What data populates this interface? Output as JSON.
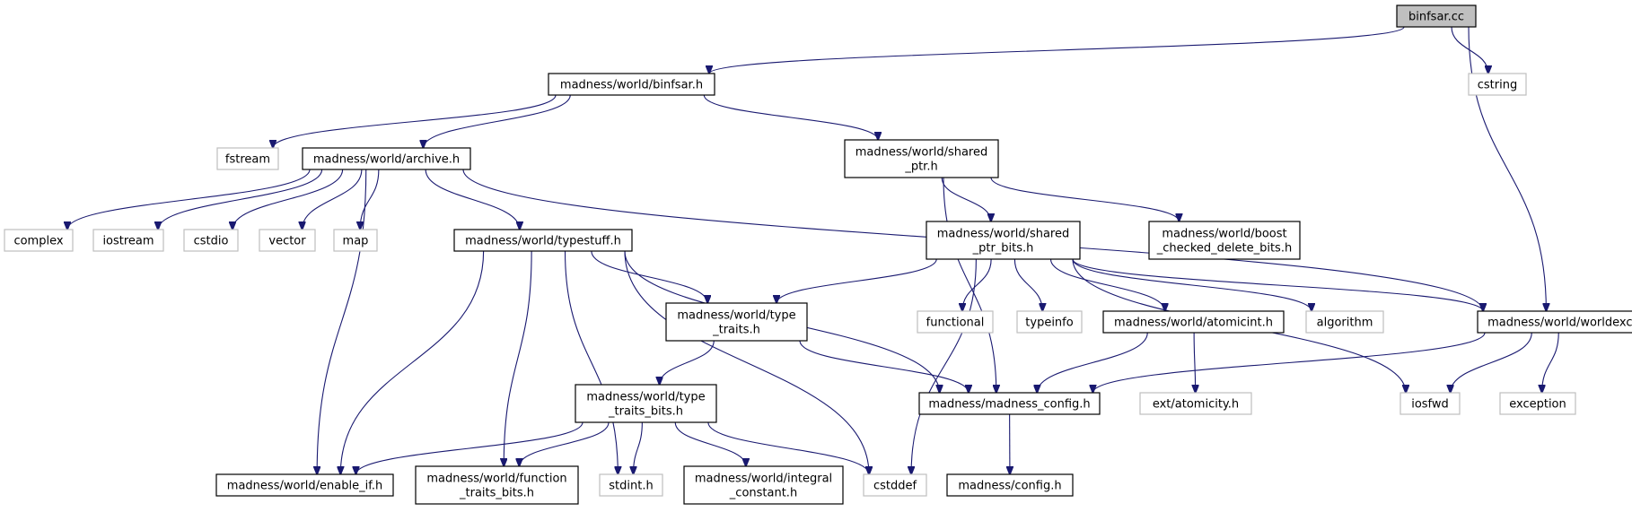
{
  "diagram": {
    "nodes": [
      {
        "id": "binfsar_cc",
        "lines": [
          "binfsar.cc"
        ],
        "kind": "root"
      },
      {
        "id": "binfsar_h",
        "lines": [
          "madness/world/binfsar.h"
        ],
        "kind": "internal"
      },
      {
        "id": "cstring",
        "lines": [
          "cstring"
        ],
        "kind": "external"
      },
      {
        "id": "fstream",
        "lines": [
          "fstream"
        ],
        "kind": "external"
      },
      {
        "id": "archive_h",
        "lines": [
          "madness/world/archive.h"
        ],
        "kind": "internal"
      },
      {
        "id": "shared_ptr_h",
        "lines": [
          "madness/world/shared",
          "_ptr.h"
        ],
        "kind": "internal"
      },
      {
        "id": "complex",
        "lines": [
          "complex"
        ],
        "kind": "external"
      },
      {
        "id": "iostream",
        "lines": [
          "iostream"
        ],
        "kind": "external"
      },
      {
        "id": "cstdio",
        "lines": [
          "cstdio"
        ],
        "kind": "external"
      },
      {
        "id": "vector",
        "lines": [
          "vector"
        ],
        "kind": "external"
      },
      {
        "id": "map",
        "lines": [
          "map"
        ],
        "kind": "external"
      },
      {
        "id": "typestuff_h",
        "lines": [
          "madness/world/typestuff.h"
        ],
        "kind": "internal"
      },
      {
        "id": "shared_ptr_bits_h",
        "lines": [
          "madness/world/shared",
          "_ptr_bits.h"
        ],
        "kind": "internal"
      },
      {
        "id": "boost_cdb_h",
        "lines": [
          "madness/world/boost",
          "_checked_delete_bits.h"
        ],
        "kind": "internal"
      },
      {
        "id": "type_traits_h",
        "lines": [
          "madness/world/type",
          "_traits.h"
        ],
        "kind": "internal"
      },
      {
        "id": "functional",
        "lines": [
          "functional"
        ],
        "kind": "external"
      },
      {
        "id": "typeinfo",
        "lines": [
          "typeinfo"
        ],
        "kind": "external"
      },
      {
        "id": "atomicint_h",
        "lines": [
          "madness/world/atomicint.h"
        ],
        "kind": "internal"
      },
      {
        "id": "algorithm",
        "lines": [
          "algorithm"
        ],
        "kind": "external"
      },
      {
        "id": "worldexc_h",
        "lines": [
          "madness/world/worldexc.h"
        ],
        "kind": "internal"
      },
      {
        "id": "type_traits_bits_h",
        "lines": [
          "madness/world/type",
          "_traits_bits.h"
        ],
        "kind": "internal"
      },
      {
        "id": "madness_config_h",
        "lines": [
          "madness/madness_config.h"
        ],
        "kind": "internal"
      },
      {
        "id": "atomicity_h",
        "lines": [
          "ext/atomicity.h"
        ],
        "kind": "external"
      },
      {
        "id": "iosfwd",
        "lines": [
          "iosfwd"
        ],
        "kind": "external"
      },
      {
        "id": "exception",
        "lines": [
          "exception"
        ],
        "kind": "external"
      },
      {
        "id": "enable_if_h",
        "lines": [
          "madness/world/enable_if.h"
        ],
        "kind": "internal"
      },
      {
        "id": "function_traits_bits_h",
        "lines": [
          "madness/world/function",
          "_traits_bits.h"
        ],
        "kind": "internal"
      },
      {
        "id": "stdint_h",
        "lines": [
          "stdint.h"
        ],
        "kind": "external"
      },
      {
        "id": "integral_constant_h",
        "lines": [
          "madness/world/integral",
          "_constant.h"
        ],
        "kind": "internal"
      },
      {
        "id": "cstddef",
        "lines": [
          "cstddef"
        ],
        "kind": "external"
      },
      {
        "id": "config_h",
        "lines": [
          "madness/config.h"
        ],
        "kind": "internal"
      }
    ],
    "edges": [
      {
        "from": "binfsar_cc",
        "to": "binfsar_h"
      },
      {
        "from": "binfsar_cc",
        "to": "cstring"
      },
      {
        "from": "binfsar_cc",
        "to": "worldexc_h"
      },
      {
        "from": "binfsar_h",
        "to": "fstream"
      },
      {
        "from": "binfsar_h",
        "to": "archive_h"
      },
      {
        "from": "binfsar_h",
        "to": "shared_ptr_h"
      },
      {
        "from": "archive_h",
        "to": "complex"
      },
      {
        "from": "archive_h",
        "to": "iostream"
      },
      {
        "from": "archive_h",
        "to": "cstdio"
      },
      {
        "from": "archive_h",
        "to": "vector"
      },
      {
        "from": "archive_h",
        "to": "map"
      },
      {
        "from": "archive_h",
        "to": "typestuff_h"
      },
      {
        "from": "archive_h",
        "to": "enable_if_h"
      },
      {
        "from": "archive_h",
        "to": "worldexc_h"
      },
      {
        "from": "shared_ptr_h",
        "to": "shared_ptr_bits_h"
      },
      {
        "from": "shared_ptr_h",
        "to": "boost_cdb_h"
      },
      {
        "from": "shared_ptr_h",
        "to": "madness_config_h"
      },
      {
        "from": "typestuff_h",
        "to": "type_traits_h"
      },
      {
        "from": "typestuff_h",
        "to": "madness_config_h"
      },
      {
        "from": "typestuff_h",
        "to": "enable_if_h"
      },
      {
        "from": "typestuff_h",
        "to": "function_traits_bits_h"
      },
      {
        "from": "typestuff_h",
        "to": "stdint_h"
      },
      {
        "from": "typestuff_h",
        "to": "cstddef"
      },
      {
        "from": "shared_ptr_bits_h",
        "to": "type_traits_h"
      },
      {
        "from": "shared_ptr_bits_h",
        "to": "functional"
      },
      {
        "from": "shared_ptr_bits_h",
        "to": "typeinfo"
      },
      {
        "from": "shared_ptr_bits_h",
        "to": "atomicint_h"
      },
      {
        "from": "shared_ptr_bits_h",
        "to": "algorithm"
      },
      {
        "from": "shared_ptr_bits_h",
        "to": "worldexc_h"
      },
      {
        "from": "shared_ptr_bits_h",
        "to": "iosfwd"
      },
      {
        "from": "shared_ptr_bits_h",
        "to": "cstddef"
      },
      {
        "from": "type_traits_h",
        "to": "type_traits_bits_h"
      },
      {
        "from": "type_traits_h",
        "to": "madness_config_h"
      },
      {
        "from": "atomicint_h",
        "to": "madness_config_h"
      },
      {
        "from": "atomicint_h",
        "to": "atomicity_h"
      },
      {
        "from": "worldexc_h",
        "to": "madness_config_h"
      },
      {
        "from": "worldexc_h",
        "to": "iosfwd"
      },
      {
        "from": "worldexc_h",
        "to": "exception"
      },
      {
        "from": "type_traits_bits_h",
        "to": "enable_if_h"
      },
      {
        "from": "type_traits_bits_h",
        "to": "function_traits_bits_h"
      },
      {
        "from": "type_traits_bits_h",
        "to": "stdint_h"
      },
      {
        "from": "type_traits_bits_h",
        "to": "integral_constant_h"
      },
      {
        "from": "type_traits_bits_h",
        "to": "cstddef"
      },
      {
        "from": "madness_config_h",
        "to": "config_h"
      }
    ],
    "colors": {
      "edge": "#191970",
      "internal_border": "#000000",
      "external_border": "#bfbfbf",
      "root_fill": "#bfbfbf"
    }
  }
}
